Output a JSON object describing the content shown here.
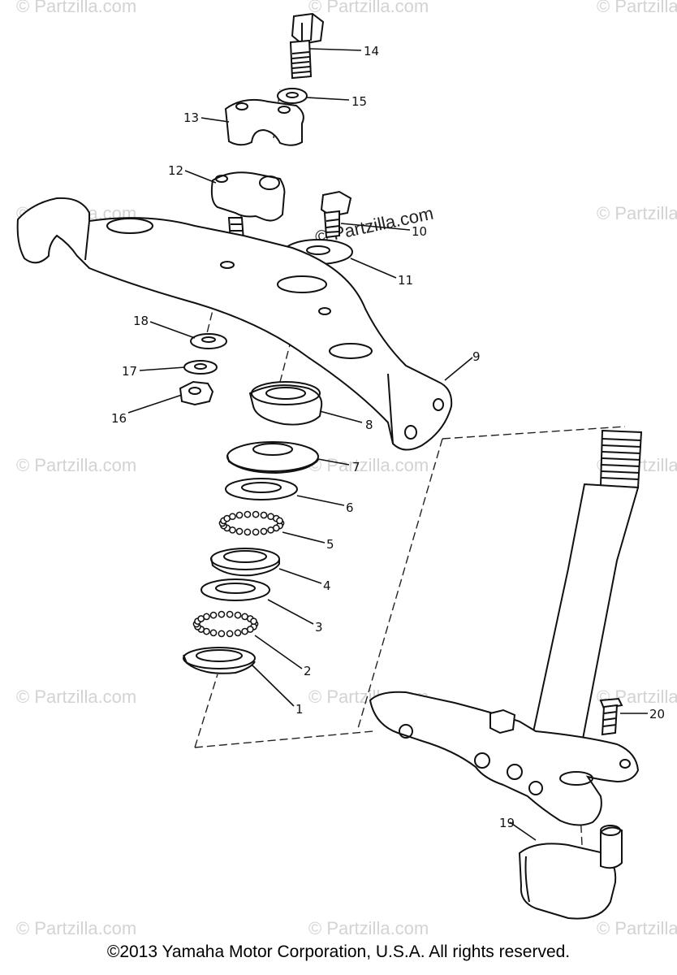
{
  "copyright": "©2013  Yamaha Motor Corporation, U.S.A. All rights reserved.",
  "watermark": "© Partzilla.com",
  "watermark_overlay": "© Partzilla.com",
  "callouts": {
    "c1": "1",
    "c2": "2",
    "c3": "3",
    "c4": "4",
    "c5": "5",
    "c6": "6",
    "c7": "7",
    "c8": "8",
    "c9": "9",
    "c10": "10",
    "c11": "11",
    "c12": "12",
    "c13": "13",
    "c14": "14",
    "c15": "15",
    "c16": "16",
    "c17": "17",
    "c18": "18",
    "c19": "19",
    "c20": "20"
  }
}
